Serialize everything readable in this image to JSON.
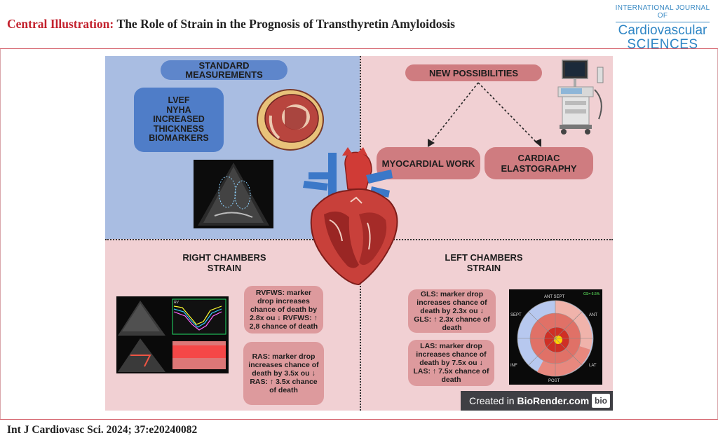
{
  "header": {
    "title_lead": "Central Illustration:",
    "title_rest": "The Role of Strain in the Prognosis of Transthyretin Amyloidosis",
    "journal_line1": "INTERNATIONAL JOURNAL OF",
    "journal_line2": "Cardiovascular",
    "journal_line3": "SCIENCES"
  },
  "standard": {
    "heading": "STANDARD MEASUREMENTS",
    "items": [
      "LVEF",
      "NYHA",
      "INCREASED",
      "THICKNESS",
      "BIOMARKERS"
    ]
  },
  "new_possibilities": {
    "heading": "NEW POSSIBILITIES",
    "left": "MYOCARDIAL WORK",
    "right": "CARDIAC ELASTOGRAPHY"
  },
  "right_chambers": {
    "heading": "RIGHT CHAMBERS STRAIN",
    "rvfws": "RVFWS: marker drop increases chance of death by 2.8x ou ↓ RVFWS: ↑ 2,8 chance of death",
    "ras": "RAS: marker drop increases chance of death by 3.5x ou ↓ RAS: ↑ 3.5x chance of death"
  },
  "left_chambers": {
    "heading": "LEFT CHAMBERS STRAIN",
    "gls": "GLS: marker drop increases chance of death by 2.3x ou ↓ GLS: ↑ 2.3x chance of death",
    "las": "LAS: marker drop increases chance of death by 7.5x ou ↓ LAS: ↑ 7.5x chance of death"
  },
  "bullseye": {
    "label_top": "ANT SEPT",
    "label_ant": "ANT",
    "label_lat": "LAT",
    "label_post": "POST",
    "label_inf": "INF",
    "label_sept": "SEPT",
    "corner": "GS=-5.5%"
  },
  "watermark": {
    "created_in": "Created in ",
    "brand": "BioRender.com",
    "badge": "bio"
  },
  "footer": {
    "citation": "Int J Cardiovasc Sci. 2024; 37:e20240082"
  },
  "colors": {
    "accent_red": "#c3222e",
    "journal_blue": "#2f86c5",
    "standard_blue": "#a9bde2",
    "panel_pink": "#f1d0d3"
  }
}
